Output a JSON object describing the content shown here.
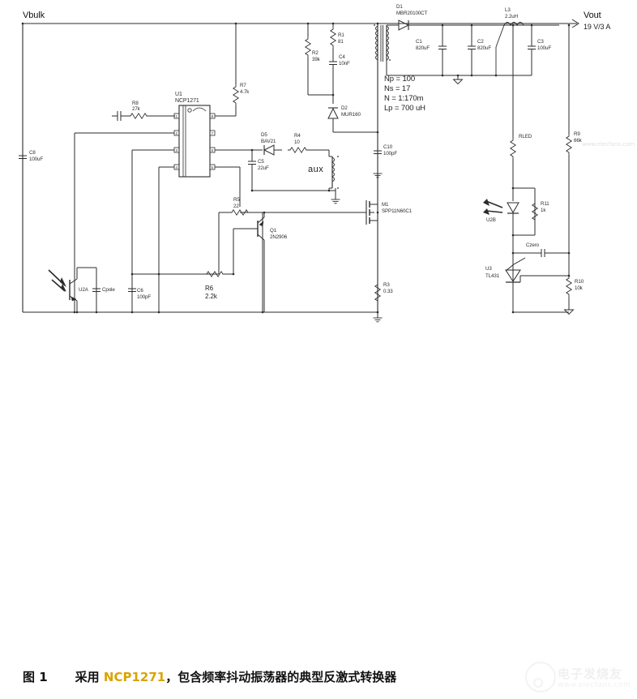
{
  "title": "NCP1271 Typical Flyback Converter Schematic",
  "rails": {
    "vbulk_label": "Vbulk",
    "vout_label": "Vout",
    "vout_rating": "19 V/3 A"
  },
  "ic": {
    "ref": "U1",
    "part": "NCP1271",
    "pins_left": [
      "1",
      "2",
      "3",
      "4"
    ],
    "pins_right": [
      "8",
      "7",
      "6",
      "5"
    ]
  },
  "transformer_notes": {
    "np": "Np = 100",
    "ns": "Ns = 17",
    "ratio": "N = 1:170m",
    "lp": "Lp = 700 uH",
    "aux_label": "aux"
  },
  "components": [
    {
      "ref": "R8",
      "value": "27k",
      "type": "resistor"
    },
    {
      "ref": "R7",
      "value": "4.7k",
      "type": "resistor"
    },
    {
      "ref": "R2",
      "value": "39k",
      "type": "resistor"
    },
    {
      "ref": "R1",
      "value": "81",
      "type": "resistor"
    },
    {
      "ref": "C4",
      "value": "10nF",
      "type": "capacitor"
    },
    {
      "ref": "D2",
      "value": "MUR160",
      "type": "diode"
    },
    {
      "ref": "D1",
      "value": "MBR20100CT",
      "type": "diode"
    },
    {
      "ref": "C1",
      "value": "820uF",
      "type": "capacitor"
    },
    {
      "ref": "C2",
      "value": "820uF",
      "type": "capacitor"
    },
    {
      "ref": "C3",
      "value": "100uF",
      "type": "capacitor"
    },
    {
      "ref": "L3",
      "value": "2.2uH",
      "type": "inductor"
    },
    {
      "ref": "C8",
      "value": "100uF",
      "type": "capacitor"
    },
    {
      "ref": "D5",
      "value": "BAV21",
      "type": "diode"
    },
    {
      "ref": "C5",
      "value": "22uF",
      "type": "capacitor"
    },
    {
      "ref": "R4",
      "value": "10",
      "type": "resistor"
    },
    {
      "ref": "C10",
      "value": "100pF",
      "type": "capacitor"
    },
    {
      "ref": "R5",
      "value": "22",
      "type": "resistor"
    },
    {
      "ref": "Q1",
      "value": "2N2906",
      "type": "transistor"
    },
    {
      "ref": "M1",
      "value": "SPP11N60C1",
      "type": "mosfet"
    },
    {
      "ref": "R3",
      "value": "0.33",
      "type": "resistor"
    },
    {
      "ref": "R6",
      "value": "2.2k",
      "type": "resistor"
    },
    {
      "ref": "C6",
      "value": "100pF",
      "type": "capacitor"
    },
    {
      "ref": "U2A",
      "value": "",
      "type": "optocoupler-transistor"
    },
    {
      "ref": "Cpole",
      "value": "",
      "type": "capacitor"
    },
    {
      "ref": "RLED",
      "value": "",
      "type": "resistor"
    },
    {
      "ref": "R9",
      "value": "66k",
      "type": "resistor"
    },
    {
      "ref": "U2B",
      "value": "",
      "type": "optocoupler-led"
    },
    {
      "ref": "R11",
      "value": "1k",
      "type": "resistor"
    },
    {
      "ref": "Czero",
      "value": "",
      "type": "capacitor"
    },
    {
      "ref": "U3",
      "value": "TL431",
      "type": "shunt-regulator"
    },
    {
      "ref": "R10",
      "value": "10k",
      "type": "resistor"
    }
  ],
  "caption": {
    "figure_number": "图 1",
    "text_before": "采用 ",
    "accent_part": "NCP1271",
    "text_after": "，包含频率抖动振荡器的典型反激式转换器"
  },
  "watermark": {
    "cn": "电子发烧友",
    "url": "www.elecfans.com",
    "mid": "www.elecfans.com"
  },
  "colors": {
    "wire": "#2b2b2b",
    "text": "#1a1a1a",
    "accent": "#d9a300",
    "watermark": "#b9bec4"
  }
}
